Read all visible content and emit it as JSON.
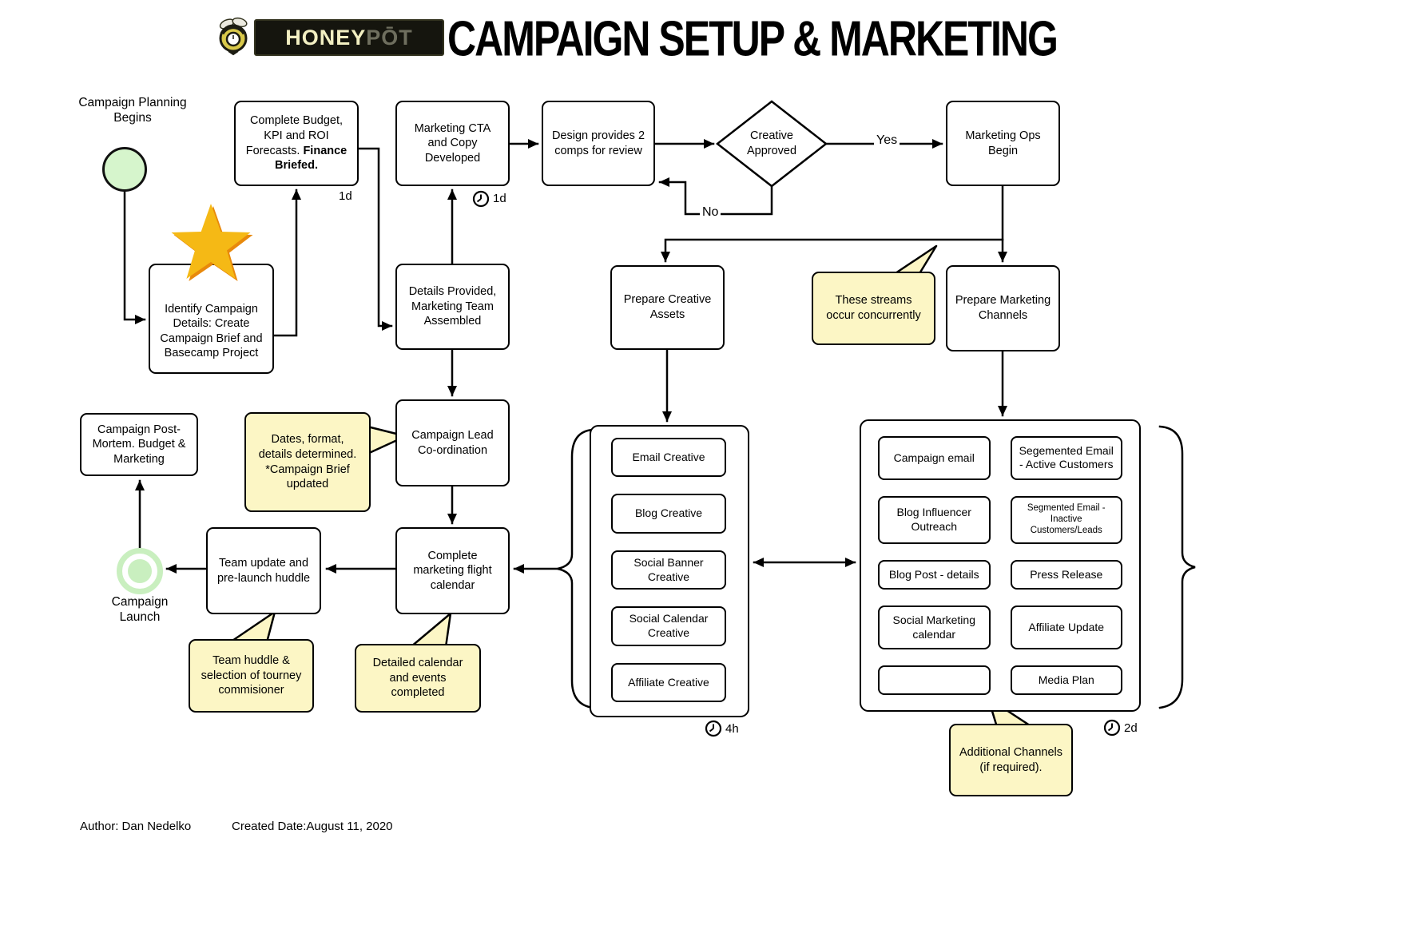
{
  "header": {
    "logo_primary": "HONEY",
    "logo_secondary": "PŌT",
    "title": "CAMPAIGN SETUP & MARKETING"
  },
  "labels": {
    "planning": "Campaign Planning Begins",
    "launch": "Campaign Launch",
    "yes": "Yes",
    "no": "No",
    "budget_duration": "1d",
    "cta_duration": "1d",
    "creative_duration": "4h",
    "channels_duration": "2d"
  },
  "nodes": {
    "identify": "Identify Campaign Details: Create Campaign Brief and Basecamp Project",
    "budget_normal": "Complete Budget, KPI and ROI Forecasts. ",
    "budget_bold": "Finance Briefed.",
    "cta": "Marketing CTA and Copy Developed",
    "design": "Design provides 2 comps for review",
    "decision": "Creative Approved",
    "ops": "Marketing Ops Begin",
    "details": "Details Provided, Marketing Team Assembled",
    "prepare_creative": "Prepare Creative Assets",
    "prepare_channels": "Prepare Marketing Channels",
    "post_mortem": "Campaign Post-Mortem. Budget & Marketing",
    "lead": "Campaign Lead Co-ordination",
    "team_update": "Team update and pre-launch huddle",
    "flight_calendar": "Complete marketing flight calendar"
  },
  "callouts": {
    "concurrent": "These streams occur concurrently",
    "dates": "Dates, format, details determined. *Campaign Brief updated",
    "huddle": "Team huddle & selection of tourney commisioner",
    "calendar_done": "Detailed calendar and events completed",
    "additional": "Additional Channels (if required)."
  },
  "creative_group": {
    "items": [
      "Email Creative",
      "Blog Creative",
      "Social Banner Creative",
      "Social Calendar Creative",
      "Affiliate Creative"
    ]
  },
  "channels_group": {
    "col1": [
      "Campaign email",
      "Blog Influencer Outreach",
      "Blog Post - details",
      "Social Marketing calendar",
      ""
    ],
    "col2": [
      "Segemented Email - Active Customers",
      "Segmented Email - Inactive Customers/Leads",
      "Press Release",
      "Affiliate Update",
      "Media Plan"
    ]
  },
  "footer": {
    "author": "Author: Dan Nedelko",
    "created": "Created Date:August 11, 2020"
  },
  "colors": {
    "callout_bg": "#FCF6C5",
    "start_green": "#D6F5CC",
    "star_gold": "#F5B915",
    "star_shadow": "#E8890B"
  }
}
